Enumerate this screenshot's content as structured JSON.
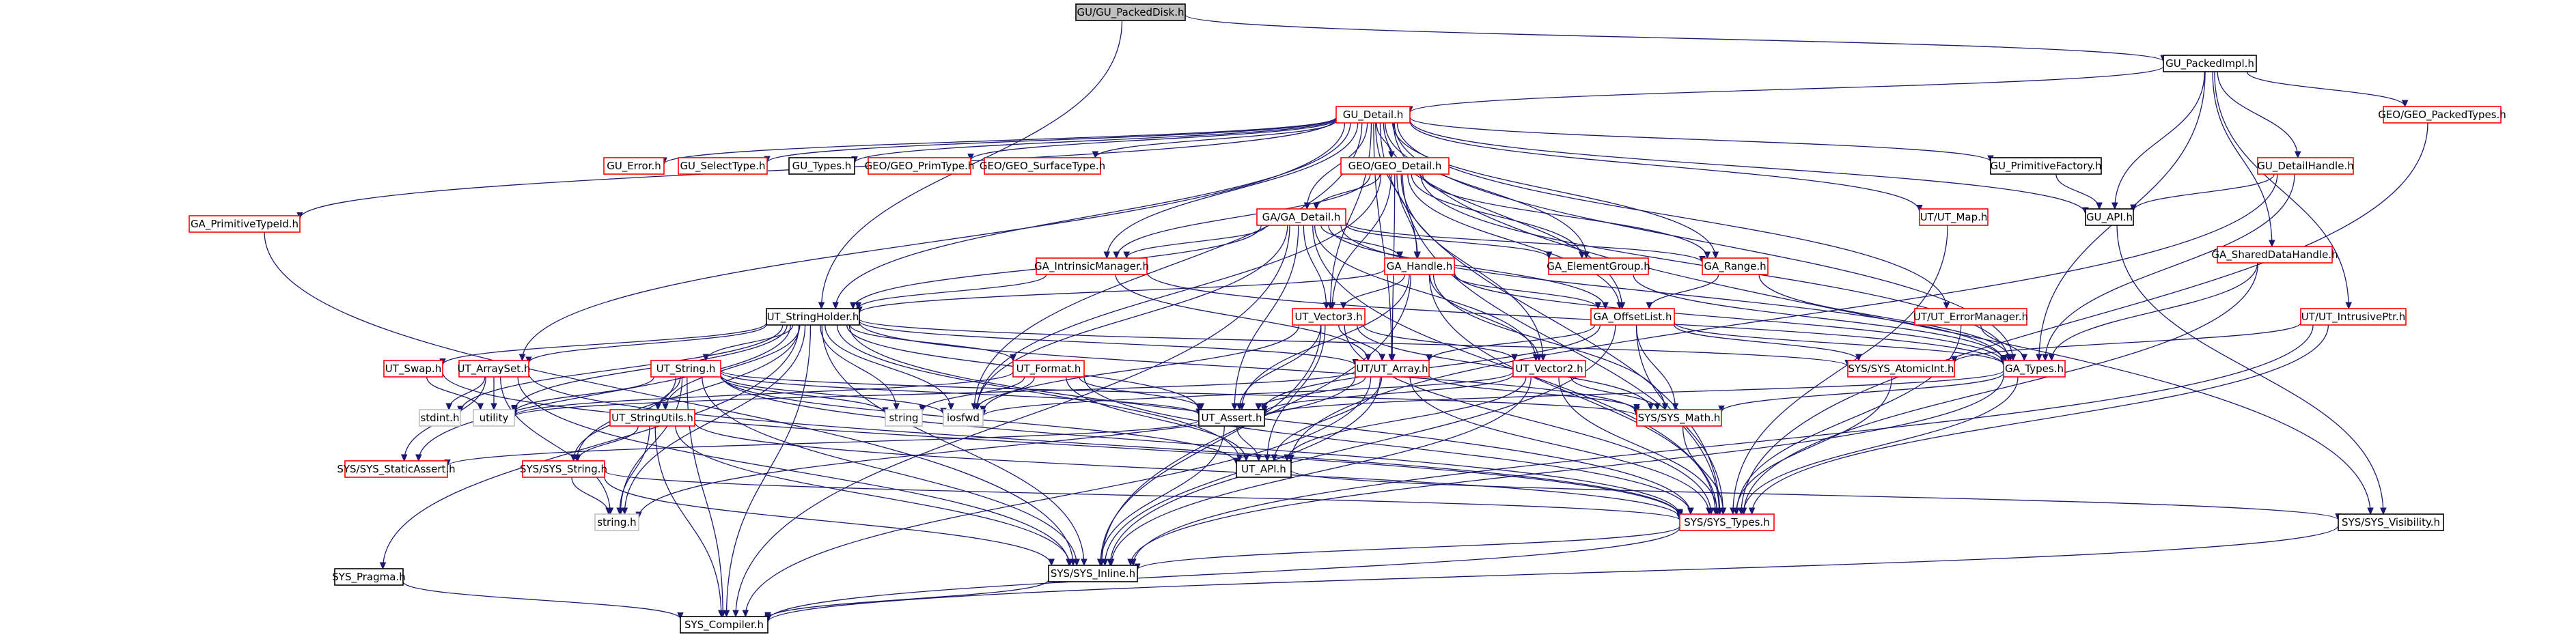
{
  "diagram": {
    "title": "GU/GU_PackedDisk.h",
    "colors": {
      "edge": "#191970",
      "root_fill": "#bfbfbf",
      "root_border": "#000000",
      "documented_border": "#000000",
      "incomplete_border": "#ff0000",
      "external_border": "#bfbfbf",
      "node_fill": "#ffffff"
    },
    "nodes": [
      {
        "id": "n0",
        "label": "GU/GU_PackedDisk.h",
        "kind": "root"
      },
      {
        "id": "n1",
        "label": "GU_PackedImpl.h",
        "kind": "documented"
      },
      {
        "id": "n2",
        "label": "GU_Detail.h",
        "kind": "incomplete"
      },
      {
        "id": "n3",
        "label": "GA_PrimitiveTypeId.h",
        "kind": "incomplete"
      },
      {
        "id": "n4",
        "label": "GU_Error.h",
        "kind": "incomplete"
      },
      {
        "id": "n5",
        "label": "GU_SelectType.h",
        "kind": "incomplete"
      },
      {
        "id": "n6",
        "label": "GU_Types.h",
        "kind": "documented"
      },
      {
        "id": "n7",
        "label": "GEO/GEO_PrimType.h",
        "kind": "incomplete"
      },
      {
        "id": "n8",
        "label": "GEO/GEO_SurfaceType.h",
        "kind": "incomplete"
      },
      {
        "id": "n9",
        "label": "GEO/GEO_Detail.h",
        "kind": "incomplete"
      },
      {
        "id": "n10",
        "label": "GU_PrimitiveFactory.h",
        "kind": "documented"
      },
      {
        "id": "n11",
        "label": "GEO/GEO_PackedTypes.h",
        "kind": "incomplete"
      },
      {
        "id": "n12",
        "label": "GU_DetailHandle.h",
        "kind": "incomplete"
      },
      {
        "id": "n13",
        "label": "GU_API.h",
        "kind": "documented"
      },
      {
        "id": "n14",
        "label": "UT/UT_Map.h",
        "kind": "incomplete"
      },
      {
        "id": "n15",
        "label": "GA/GA_Detail.h",
        "kind": "incomplete"
      },
      {
        "id": "n16",
        "label": "GA_SharedDataHandle.h",
        "kind": "incomplete"
      },
      {
        "id": "n17",
        "label": "GA_IntrinsicManager.h",
        "kind": "incomplete"
      },
      {
        "id": "n18",
        "label": "GA_Handle.h",
        "kind": "incomplete"
      },
      {
        "id": "n19",
        "label": "GA_ElementGroup.h",
        "kind": "incomplete"
      },
      {
        "id": "n20",
        "label": "GA_Range.h",
        "kind": "incomplete"
      },
      {
        "id": "n21",
        "label": "UT_StringHolder.h",
        "kind": "documented"
      },
      {
        "id": "n22",
        "label": "UT_Vector3.h",
        "kind": "incomplete"
      },
      {
        "id": "n23",
        "label": "GA_OffsetList.h",
        "kind": "incomplete"
      },
      {
        "id": "n24",
        "label": "UT/UT_ErrorManager.h",
        "kind": "incomplete"
      },
      {
        "id": "n25",
        "label": "UT/UT_IntrusivePtr.h",
        "kind": "incomplete"
      },
      {
        "id": "n26",
        "label": "UT_Swap.h",
        "kind": "incomplete"
      },
      {
        "id": "n27",
        "label": "UT_ArraySet.h",
        "kind": "incomplete"
      },
      {
        "id": "n28",
        "label": "UT_String.h",
        "kind": "incomplete"
      },
      {
        "id": "n29",
        "label": "UT_Format.h",
        "kind": "incomplete"
      },
      {
        "id": "n30",
        "label": "UT/UT_Array.h",
        "kind": "incomplete"
      },
      {
        "id": "n31",
        "label": "UT_Vector2.h",
        "kind": "incomplete"
      },
      {
        "id": "n32",
        "label": "SYS/SYS_AtomicInt.h",
        "kind": "incomplete"
      },
      {
        "id": "n33",
        "label": "GA_Types.h",
        "kind": "incomplete"
      },
      {
        "id": "n34",
        "label": "stdint.h",
        "kind": "external"
      },
      {
        "id": "n35",
        "label": "utility",
        "kind": "external"
      },
      {
        "id": "n36",
        "label": "UT_StringUtils.h",
        "kind": "incomplete"
      },
      {
        "id": "n37",
        "label": "string",
        "kind": "external"
      },
      {
        "id": "n38",
        "label": "iosfwd",
        "kind": "external"
      },
      {
        "id": "n39",
        "label": "UT_Assert.h",
        "kind": "documented"
      },
      {
        "id": "n40",
        "label": "SYS/SYS_Math.h",
        "kind": "incomplete"
      },
      {
        "id": "n41",
        "label": "SYS/SYS_StaticAssert.h",
        "kind": "incomplete"
      },
      {
        "id": "n42",
        "label": "SYS/SYS_String.h",
        "kind": "incomplete"
      },
      {
        "id": "n43",
        "label": "UT_API.h",
        "kind": "documented"
      },
      {
        "id": "n44",
        "label": "string.h",
        "kind": "external"
      },
      {
        "id": "n45",
        "label": "SYS/SYS_Types.h",
        "kind": "incomplete"
      },
      {
        "id": "n46",
        "label": "SYS/SYS_Visibility.h",
        "kind": "documented"
      },
      {
        "id": "n47",
        "label": "SYS_Pragma.h",
        "kind": "documented"
      },
      {
        "id": "n48",
        "label": "SYS/SYS_Inline.h",
        "kind": "documented"
      },
      {
        "id": "n49",
        "label": "SYS_Compiler.h",
        "kind": "documented"
      }
    ],
    "edges": [
      [
        "n0",
        "n1"
      ],
      [
        "n0",
        "n21"
      ],
      [
        "n1",
        "n2"
      ],
      [
        "n1",
        "n11"
      ],
      [
        "n1",
        "n12"
      ],
      [
        "n1",
        "n13"
      ],
      [
        "n1",
        "n33"
      ],
      [
        "n1",
        "n25"
      ],
      [
        "n1",
        "n16"
      ],
      [
        "n2",
        "n3"
      ],
      [
        "n2",
        "n4"
      ],
      [
        "n2",
        "n5"
      ],
      [
        "n2",
        "n6"
      ],
      [
        "n2",
        "n7"
      ],
      [
        "n2",
        "n8"
      ],
      [
        "n2",
        "n9"
      ],
      [
        "n2",
        "n10"
      ],
      [
        "n2",
        "n13"
      ],
      [
        "n2",
        "n14"
      ],
      [
        "n2",
        "n15"
      ],
      [
        "n2",
        "n17"
      ],
      [
        "n2",
        "n18"
      ],
      [
        "n2",
        "n19"
      ],
      [
        "n2",
        "n20"
      ],
      [
        "n2",
        "n21"
      ],
      [
        "n2",
        "n22"
      ],
      [
        "n2",
        "n23"
      ],
      [
        "n2",
        "n24"
      ],
      [
        "n2",
        "n30"
      ],
      [
        "n2",
        "n33"
      ],
      [
        "n2",
        "n38"
      ],
      [
        "n2",
        "n45"
      ],
      [
        "n2",
        "n46"
      ],
      [
        "n2",
        "n27"
      ],
      [
        "n3",
        "n48"
      ],
      [
        "n9",
        "n15"
      ],
      [
        "n9",
        "n17"
      ],
      [
        "n9",
        "n18"
      ],
      [
        "n9",
        "n19"
      ],
      [
        "n9",
        "n20"
      ],
      [
        "n9",
        "n22"
      ],
      [
        "n9",
        "n23"
      ],
      [
        "n9",
        "n30"
      ],
      [
        "n9",
        "n33"
      ],
      [
        "n9",
        "n45"
      ],
      [
        "n9",
        "n38"
      ],
      [
        "n9",
        "n31"
      ],
      [
        "n10",
        "n13"
      ],
      [
        "n11",
        "n45"
      ],
      [
        "n12",
        "n13"
      ],
      [
        "n12",
        "n33"
      ],
      [
        "n12",
        "n43"
      ],
      [
        "n13",
        "n46"
      ],
      [
        "n14",
        "n45"
      ],
      [
        "n15",
        "n17"
      ],
      [
        "n15",
        "n18"
      ],
      [
        "n15",
        "n19"
      ],
      [
        "n15",
        "n20"
      ],
      [
        "n15",
        "n21"
      ],
      [
        "n15",
        "n22"
      ],
      [
        "n15",
        "n23"
      ],
      [
        "n15",
        "n33"
      ],
      [
        "n15",
        "n39"
      ],
      [
        "n15",
        "n45"
      ],
      [
        "n15",
        "n31"
      ],
      [
        "n15",
        "n38"
      ],
      [
        "n15",
        "n49"
      ],
      [
        "n16",
        "n33"
      ],
      [
        "n16",
        "n45"
      ],
      [
        "n17",
        "n21"
      ],
      [
        "n17",
        "n33"
      ],
      [
        "n17",
        "n30"
      ],
      [
        "n18",
        "n22"
      ],
      [
        "n18",
        "n23"
      ],
      [
        "n18",
        "n33"
      ],
      [
        "n18",
        "n39"
      ],
      [
        "n18",
        "n45"
      ],
      [
        "n18",
        "n31"
      ],
      [
        "n18",
        "n40"
      ],
      [
        "n18",
        "n21"
      ],
      [
        "n18",
        "n48"
      ],
      [
        "n19",
        "n33"
      ],
      [
        "n20",
        "n23"
      ],
      [
        "n20",
        "n33"
      ],
      [
        "n21",
        "n26"
      ],
      [
        "n21",
        "n27"
      ],
      [
        "n21",
        "n28"
      ],
      [
        "n21",
        "n29"
      ],
      [
        "n21",
        "n30"
      ],
      [
        "n21",
        "n39"
      ],
      [
        "n21",
        "n43"
      ],
      [
        "n21",
        "n45"
      ],
      [
        "n21",
        "n40"
      ],
      [
        "n21",
        "n35"
      ],
      [
        "n21",
        "n34"
      ],
      [
        "n21",
        "n37"
      ],
      [
        "n21",
        "n38"
      ],
      [
        "n21",
        "n41"
      ],
      [
        "n21",
        "n42"
      ],
      [
        "n21",
        "n47"
      ],
      [
        "n21",
        "n48"
      ],
      [
        "n21",
        "n49"
      ],
      [
        "n21",
        "n36"
      ],
      [
        "n21",
        "n32"
      ],
      [
        "n21",
        "n44"
      ],
      [
        "n22",
        "n30"
      ],
      [
        "n22",
        "n39"
      ],
      [
        "n22",
        "n40"
      ],
      [
        "n22",
        "n43"
      ],
      [
        "n22",
        "n31"
      ],
      [
        "n22",
        "n38"
      ],
      [
        "n22",
        "n45"
      ],
      [
        "n22",
        "n48"
      ],
      [
        "n23",
        "n30"
      ],
      [
        "n23",
        "n33"
      ],
      [
        "n23",
        "n45"
      ],
      [
        "n23",
        "n32"
      ],
      [
        "n23",
        "n40"
      ],
      [
        "n23",
        "n48"
      ],
      [
        "n23",
        "n39"
      ],
      [
        "n24",
        "n45"
      ],
      [
        "n24",
        "n33"
      ],
      [
        "n25",
        "n45"
      ],
      [
        "n25",
        "n48"
      ],
      [
        "n25",
        "n32"
      ],
      [
        "n26",
        "n35"
      ],
      [
        "n26",
        "n45"
      ],
      [
        "n27",
        "n34"
      ],
      [
        "n27",
        "n35"
      ],
      [
        "n27",
        "n41"
      ],
      [
        "n27",
        "n45"
      ],
      [
        "n27",
        "n48"
      ],
      [
        "n27",
        "n44"
      ],
      [
        "n28",
        "n35"
      ],
      [
        "n28",
        "n36"
      ],
      [
        "n28",
        "n37"
      ],
      [
        "n28",
        "n38"
      ],
      [
        "n28",
        "n39"
      ],
      [
        "n28",
        "n40"
      ],
      [
        "n28",
        "n42"
      ],
      [
        "n28",
        "n43"
      ],
      [
        "n28",
        "n44"
      ],
      [
        "n28",
        "n45"
      ],
      [
        "n28",
        "n48"
      ],
      [
        "n28",
        "n49"
      ],
      [
        "n29",
        "n35"
      ],
      [
        "n29",
        "n37"
      ],
      [
        "n29",
        "n38"
      ],
      [
        "n29",
        "n39"
      ],
      [
        "n29",
        "n43"
      ],
      [
        "n29",
        "n45"
      ],
      [
        "n30",
        "n35"
      ],
      [
        "n30",
        "n39"
      ],
      [
        "n30",
        "n40"
      ],
      [
        "n30",
        "n43"
      ],
      [
        "n30",
        "n44"
      ],
      [
        "n30",
        "n45"
      ],
      [
        "n30",
        "n48"
      ],
      [
        "n30",
        "n49"
      ],
      [
        "n31",
        "n39"
      ],
      [
        "n31",
        "n40"
      ],
      [
        "n31",
        "n43"
      ],
      [
        "n31",
        "n38"
      ],
      [
        "n31",
        "n45"
      ],
      [
        "n31",
        "n48"
      ],
      [
        "n32",
        "n45"
      ],
      [
        "n33",
        "n40"
      ],
      [
        "n33",
        "n45"
      ],
      [
        "n33",
        "n48"
      ],
      [
        "n33",
        "n39"
      ],
      [
        "n36",
        "n42"
      ],
      [
        "n36",
        "n44"
      ],
      [
        "n36",
        "n45"
      ],
      [
        "n36",
        "n48"
      ],
      [
        "n36",
        "n49"
      ],
      [
        "n39",
        "n43"
      ],
      [
        "n39",
        "n48"
      ],
      [
        "n39",
        "n41"
      ],
      [
        "n40",
        "n45"
      ],
      [
        "n42",
        "n44"
      ],
      [
        "n42",
        "n45"
      ],
      [
        "n42",
        "n48"
      ],
      [
        "n43",
        "n46"
      ],
      [
        "n45",
        "n48"
      ],
      [
        "n45",
        "n49"
      ],
      [
        "n46",
        "n49"
      ],
      [
        "n47",
        "n49"
      ],
      [
        "n48",
        "n49"
      ]
    ]
  }
}
